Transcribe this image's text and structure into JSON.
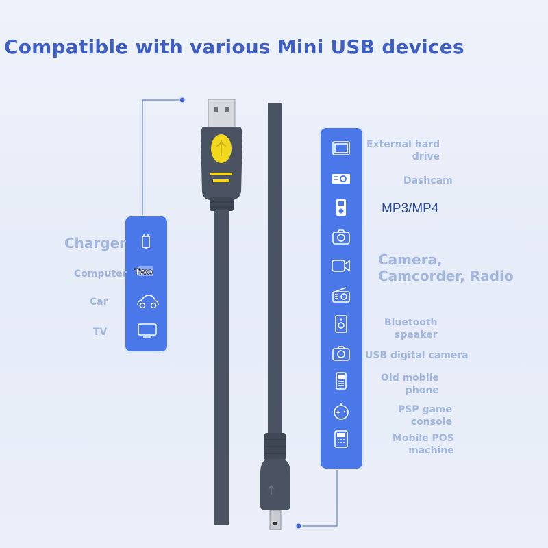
{
  "title": "Compatible with various Mini USB devices",
  "left_panel": {
    "items": [
      {
        "label": "Charger",
        "icon": "charger-icon"
      },
      {
        "label": "Computer",
        "icon": "computer-icon",
        "overlay": "Two"
      },
      {
        "label": "Car",
        "icon": "car-icon"
      },
      {
        "label": "TV",
        "icon": "tv-icon"
      }
    ]
  },
  "right_panel": {
    "items": [
      {
        "label": "External hard\ndrive",
        "icon": "hard-drive-icon"
      },
      {
        "label": "Dashcam",
        "icon": "dashcam-icon"
      },
      {
        "label": "MP3/MP4",
        "icon": "mp3-player-icon"
      },
      {
        "label": "",
        "icon": "camera-icon"
      },
      {
        "label": "Camera,\nCamcorder, Radio",
        "icon": "camcorder-icon"
      },
      {
        "label": "",
        "icon": "radio-icon"
      },
      {
        "label": "Bluetooth\nspeaker",
        "icon": "speaker-icon"
      },
      {
        "label": "USB digital camera",
        "icon": "camera-icon"
      },
      {
        "label": "Old mobile\nphone",
        "icon": "phone-icon"
      },
      {
        "label": "PSP game\nconsole",
        "icon": "gamepad-icon"
      },
      {
        "label": "Mobile POS\nmachine",
        "icon": "pos-icon"
      }
    ]
  },
  "colors": {
    "accent": "#4a78e8",
    "title": "#3e5ec4",
    "label": "#a2b6e0",
    "cable": "#4b5363",
    "logo": "#f2d81c"
  }
}
